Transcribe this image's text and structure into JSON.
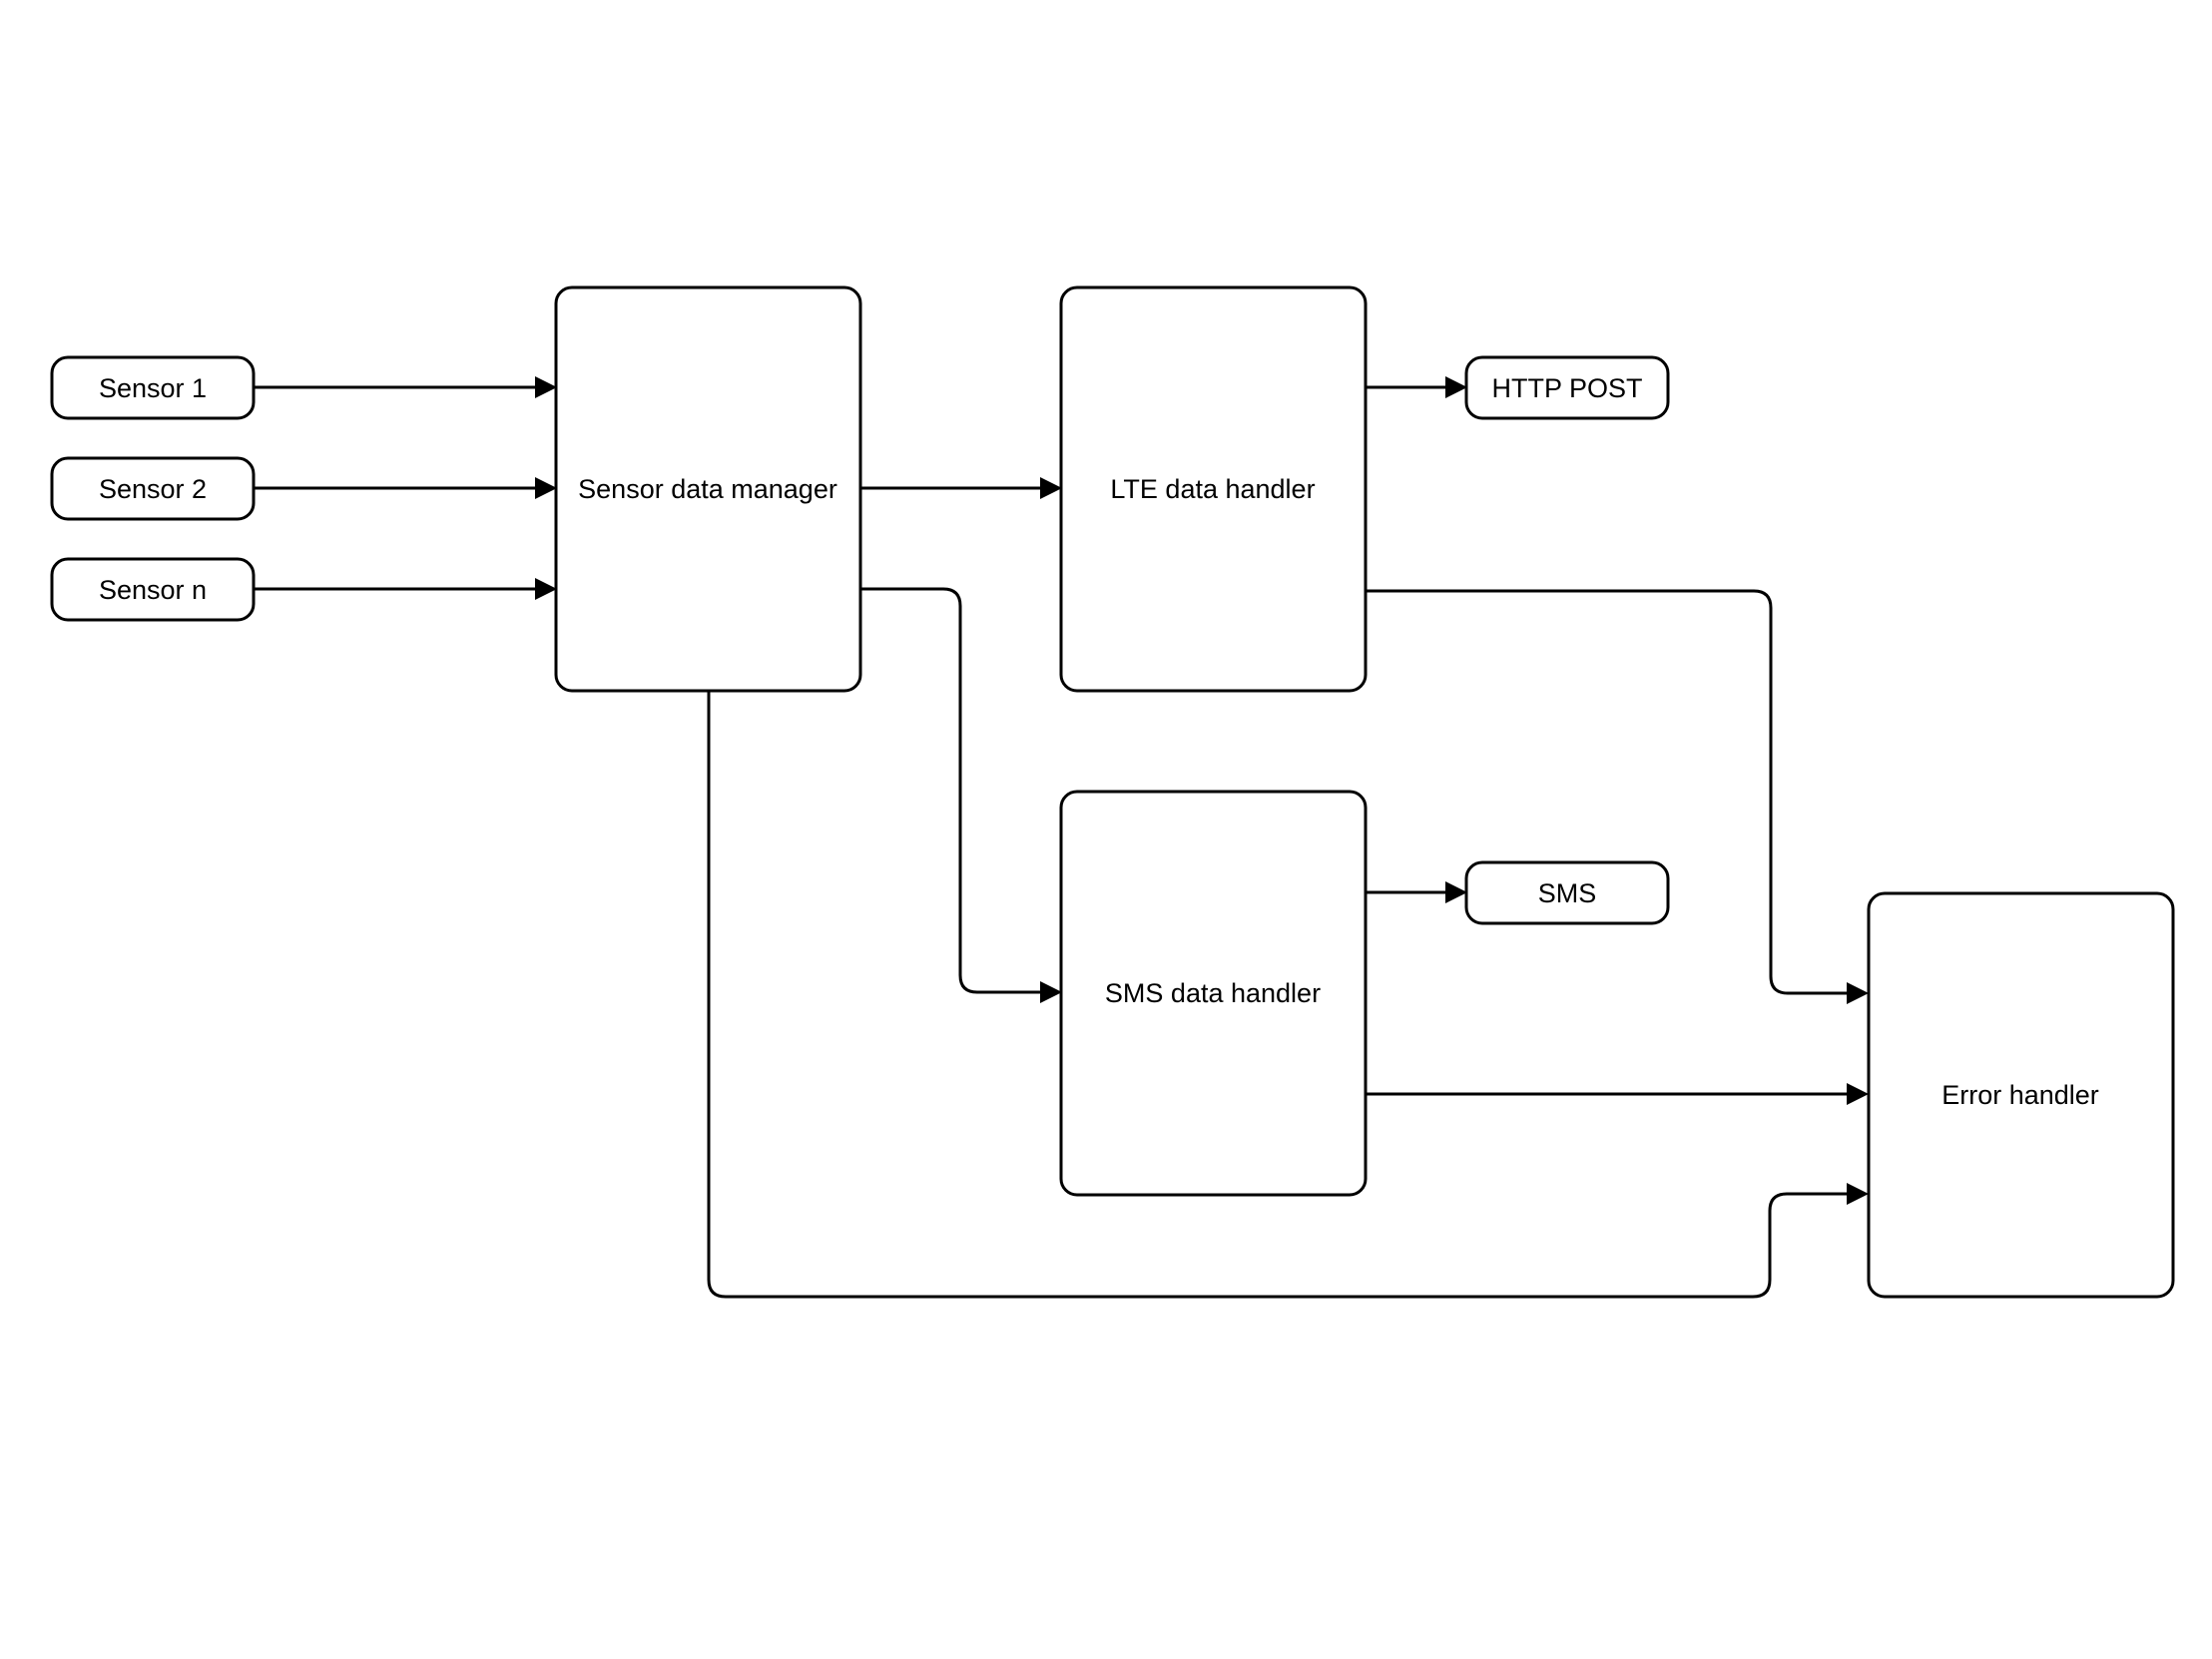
{
  "diagram": {
    "nodes": {
      "sensor_1": "Sensor 1",
      "sensor_2": "Sensor 2",
      "sensor_n": "Sensor n",
      "sensor_data_manager": "Sensor data manager",
      "lte_data_handler": "LTE data handler",
      "sms_data_handler": "SMS data handler",
      "http_post": "HTTP POST",
      "sms": "SMS",
      "error_handler": "Error handler"
    },
    "edges": [
      {
        "from": "Sensor 1",
        "to": "Sensor data manager"
      },
      {
        "from": "Sensor 2",
        "to": "Sensor data manager"
      },
      {
        "from": "Sensor n",
        "to": "Sensor data manager"
      },
      {
        "from": "Sensor data manager",
        "to": "LTE data handler"
      },
      {
        "from": "Sensor data manager",
        "to": "SMS data handler"
      },
      {
        "from": "Sensor data manager",
        "to": "Error handler"
      },
      {
        "from": "LTE data handler",
        "to": "HTTP POST"
      },
      {
        "from": "LTE data handler",
        "to": "Error handler"
      },
      {
        "from": "SMS data handler",
        "to": "SMS"
      },
      {
        "from": "SMS data handler",
        "to": "Error handler"
      }
    ],
    "colors": {
      "stroke": "#000000",
      "fill": "#ffffff"
    }
  }
}
